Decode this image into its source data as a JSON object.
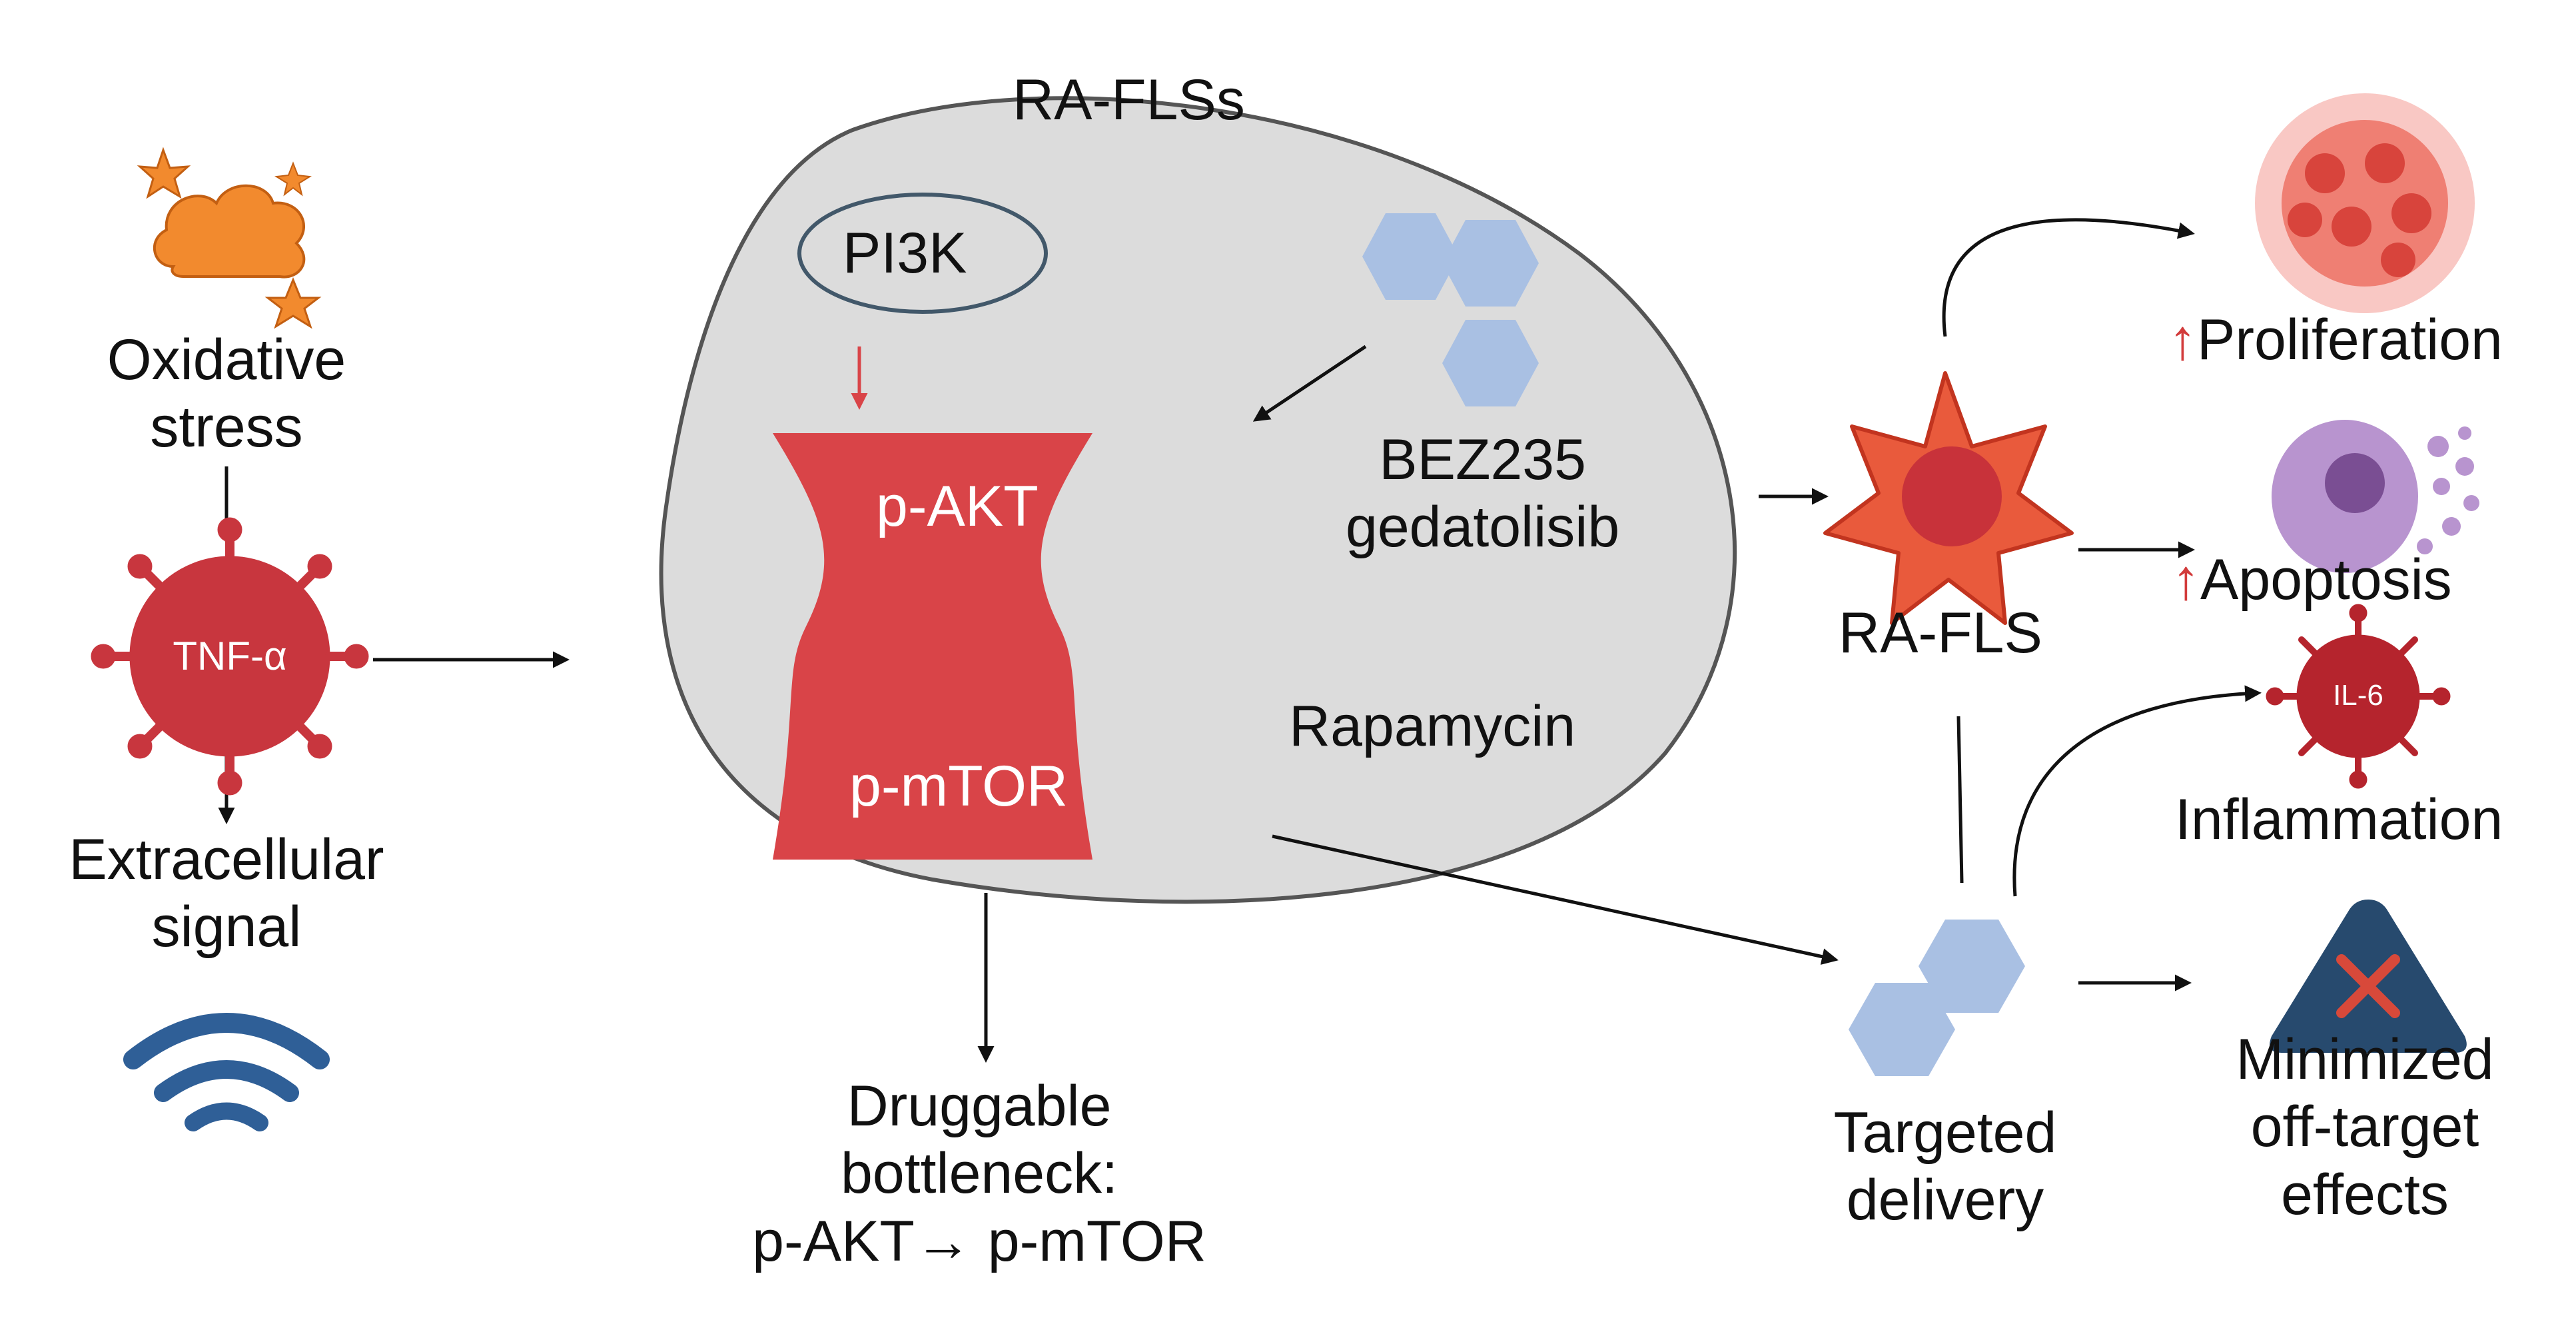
{
  "diagram": {
    "cell_label": "RA-FLSs",
    "pi3k": "PI3K",
    "p_akt": "p-AKT",
    "p_mtor": "p-mTOR",
    "drug_line1": "BEZ235",
    "drug_line2": "gedatolisib",
    "rapamycin": "Rapamycin",
    "stress_line1": "Oxidative",
    "stress_line2": "stress",
    "tnf": "TNF-α",
    "signal_line1": "Extracellular",
    "signal_line2": "signal",
    "bottleneck_line1": "Druggable",
    "bottleneck_line2": "bottleneck:",
    "bottleneck_line3": "p-AKT→ p-mTOR",
    "ra_fls": "RA-FLS",
    "delivery_line1": "Targeted",
    "delivery_line2": "delivery",
    "up_arrow": "↑",
    "proliferation": "Proliferation",
    "apoptosis": "Apoptosis",
    "il6": "IL-6",
    "inflammation": "Inflammation",
    "offtarget_line1": "Minimized",
    "offtarget_line2": "off-target",
    "offtarget_line3": "effects"
  },
  "colors": {
    "cell_fill": "#dcdcdc",
    "bottleneck_red": "#d94448",
    "hexagon_blue": "#a9c0e3",
    "virus_red": "#c8363e",
    "cloud_orange": "#f28a2e",
    "wifi_blue": "#2f5f97",
    "triangle_navy": "#274a6e",
    "cross_red": "#d8493a"
  }
}
